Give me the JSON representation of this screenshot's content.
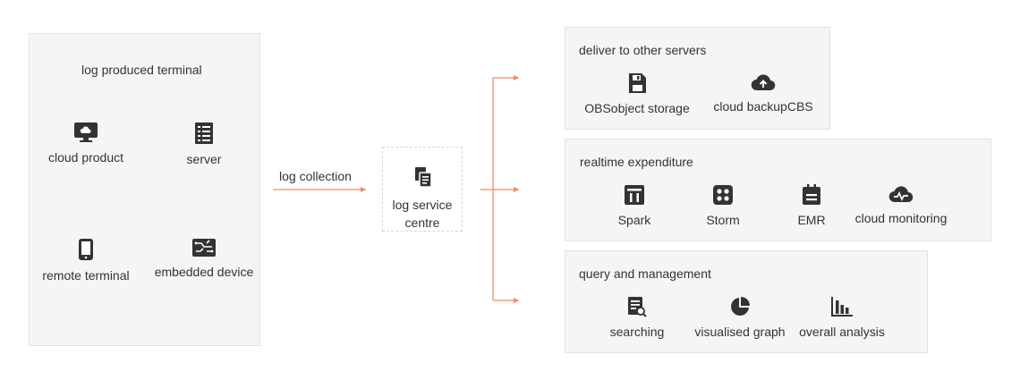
{
  "left_panel": {
    "title": "log produced terminal",
    "items": [
      {
        "label": "cloud product",
        "icon": "monitor-cloud-icon"
      },
      {
        "label": "server",
        "icon": "server-icon"
      },
      {
        "label": "remote terminal",
        "icon": "phone-icon"
      },
      {
        "label": "embedded device",
        "icon": "chip-icon"
      }
    ]
  },
  "connector_label": "log collection",
  "hub": {
    "line1": "log service",
    "line2": "centre",
    "icon": "documents-icon"
  },
  "deliver": {
    "title": "deliver to other servers",
    "items": [
      {
        "label": "OBSobject storage",
        "icon": "storage-icon"
      },
      {
        "label": "cloud backupCBS",
        "icon": "cloud-upload-icon"
      }
    ]
  },
  "realtime": {
    "title": "realtime expenditure",
    "items": [
      {
        "label": "Spark",
        "icon": "spark-icon"
      },
      {
        "label": "Storm",
        "icon": "storm-icon"
      },
      {
        "label": "EMR",
        "icon": "emr-icon"
      },
      {
        "label": "cloud monitoring",
        "icon": "cloud-monitor-icon"
      }
    ]
  },
  "query": {
    "title": "query and  management",
    "items": [
      {
        "label": "searching",
        "icon": "search-doc-icon"
      },
      {
        "label": "visualised graph",
        "icon": "pie-chart-icon"
      },
      {
        "label": "overall analysis",
        "icon": "bar-chart-icon"
      }
    ]
  },
  "colors": {
    "arrow": "#f08a5d",
    "panel_bg": "#f5f5f5",
    "icon": "#333333"
  }
}
